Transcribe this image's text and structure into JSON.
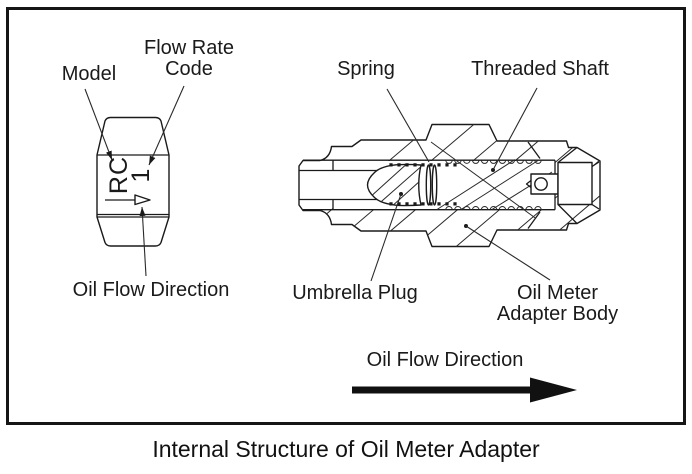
{
  "caption": "Internal Structure of Oil Meter Adapter",
  "nut": {
    "model_marking": "RC",
    "flow_code_marking": "1",
    "labels": {
      "model": "Model",
      "flow_rate_code": "Flow Rate Code",
      "oil_flow_direction": "Oil Flow Direction"
    }
  },
  "cross_section": {
    "labels": {
      "spring": "Spring",
      "threaded_shaft": "Threaded Shaft",
      "umbrella_plug": "Umbrella Plug",
      "adapter_body": "Oil Meter Adapter Body"
    },
    "flow_label": "Oil Flow Direction"
  },
  "colors": {
    "line": "#1a1a1a",
    "background": "#ffffff"
  }
}
